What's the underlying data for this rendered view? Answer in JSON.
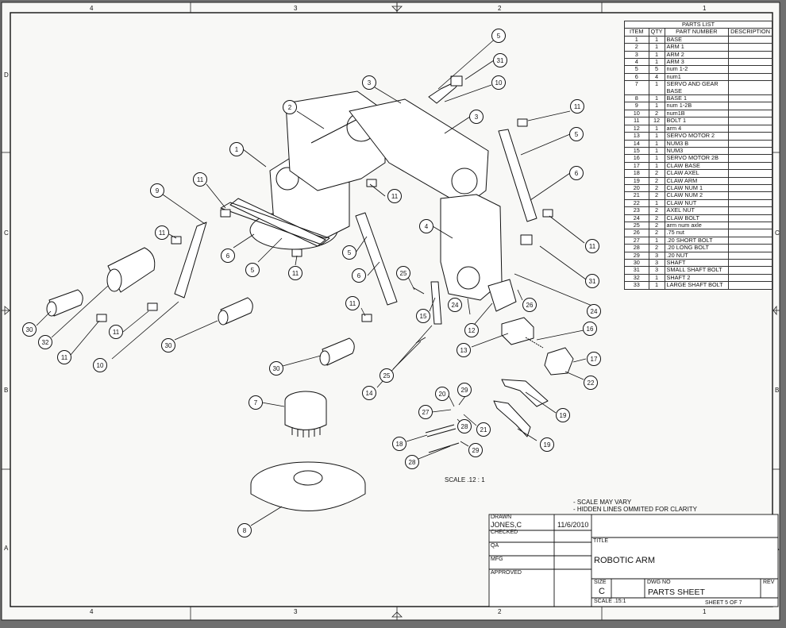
{
  "zones": {
    "columns": [
      "4",
      "3",
      "2",
      "1"
    ],
    "rows": [
      "D",
      "C",
      "B",
      "A"
    ]
  },
  "parts_list": {
    "title": "PARTS LIST",
    "headers": [
      "ITEM",
      "QTY",
      "PART NUMBER",
      "DESCRIPTION"
    ],
    "rows": [
      [
        "1",
        "1",
        "BASE"
      ],
      [
        "2",
        "1",
        "ARM 1"
      ],
      [
        "3",
        "1",
        "ARM 2"
      ],
      [
        "4",
        "1",
        "ARM 3"
      ],
      [
        "5",
        "5",
        "num 1-2"
      ],
      [
        "6",
        "4",
        "num1"
      ],
      [
        "7",
        "1",
        "SERVO AND GEAR BASE"
      ],
      [
        "8",
        "1",
        "BASE 1"
      ],
      [
        "9",
        "1",
        "num 1-2B"
      ],
      [
        "10",
        "2",
        "num1B"
      ],
      [
        "11",
        "12",
        "BOLT 1"
      ],
      [
        "12",
        "1",
        "arm 4"
      ],
      [
        "13",
        "1",
        "SERVO MOTOR 2"
      ],
      [
        "14",
        "1",
        "NUM3 B"
      ],
      [
        "15",
        "1",
        "NUM3"
      ],
      [
        "16",
        "1",
        "SERVO MOTOR 2B"
      ],
      [
        "17",
        "1",
        "CLAW BASE"
      ],
      [
        "18",
        "2",
        "CLAW AXEL"
      ],
      [
        "19",
        "2",
        "CLAW ARM"
      ],
      [
        "20",
        "2",
        "CLAW NUM 1"
      ],
      [
        "21",
        "2",
        "CLAW NUM 2"
      ],
      [
        "22",
        "1",
        "CLAW NUT"
      ],
      [
        "23",
        "2",
        "AXEL NUT"
      ],
      [
        "24",
        "2",
        "CLAW BOLT"
      ],
      [
        "25",
        "2",
        "arm num axle"
      ],
      [
        "26",
        "2",
        ".75 nut"
      ],
      [
        "27",
        "1",
        ".20 SHORT BOLT"
      ],
      [
        "28",
        "2",
        ".20 LONG BOLT"
      ],
      [
        "29",
        "3",
        ".20 NUT"
      ],
      [
        "30",
        "3",
        "SHAFT"
      ],
      [
        "31",
        "3",
        "SMALL SHAFT BOLT"
      ],
      [
        "32",
        "1",
        "SHAFT 2"
      ],
      [
        "33",
        "1",
        "LARGE SHAFT BOLT"
      ]
    ]
  },
  "scale_label": "SCALE .12 : 1",
  "notes": [
    "- SCALE MAY VARY",
    "- HIDDEN LINES OMMITED FOR CLARITY"
  ],
  "title_block": {
    "drawn_label": "DRAWN",
    "drawn_by": "JONES,C",
    "drawn_date": "11/6/2010",
    "checked_label": "CHECKED",
    "qa_label": "QA",
    "mfg_label": "MFG",
    "approved_label": "APPROVED",
    "title_label": "TITLE",
    "title": "ROBOTIC ARM",
    "size_label": "SIZE",
    "size": "C",
    "dwg_no_label": "DWG NO",
    "dwg_no": "PARTS SHEET",
    "rev_label": "REV",
    "scale_label": "SCALE .15:1",
    "sheet": "SHEET 5 OF 7"
  },
  "balloons": [
    "1",
    "2",
    "3",
    "3",
    "4",
    "5",
    "5",
    "5",
    "5",
    "6",
    "6",
    "6",
    "7",
    "8",
    "9",
    "10",
    "10",
    "11",
    "11",
    "11",
    "11",
    "11",
    "11",
    "11",
    "11",
    "11",
    "12",
    "13",
    "14",
    "15",
    "16",
    "17",
    "18",
    "19",
    "19",
    "20",
    "21",
    "22",
    "24",
    "24",
    "25",
    "25",
    "26",
    "27",
    "28",
    "28",
    "29",
    "29",
    "30",
    "30",
    "30",
    "31",
    "31",
    "32"
  ]
}
